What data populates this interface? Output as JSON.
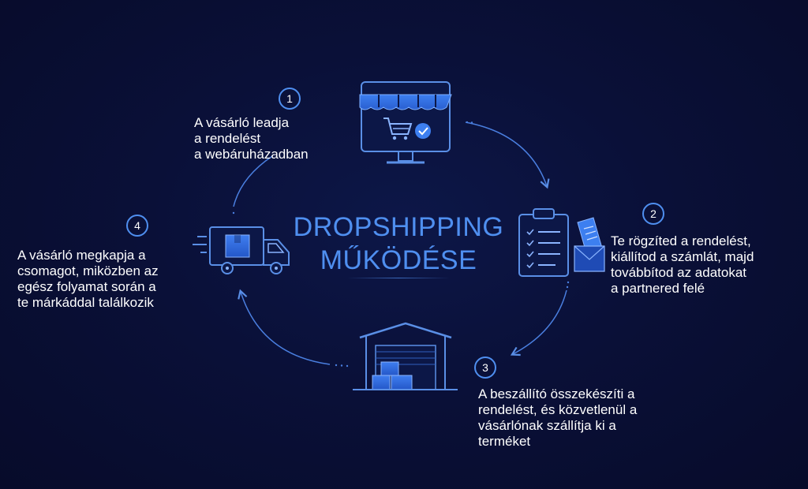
{
  "title": {
    "line1": "DROPSHIPPING",
    "line2": "MŰKÖDÉSE"
  },
  "steps": [
    {
      "number": "1",
      "icon": "online-store-icon",
      "lines": [
        "A vásárló leadja",
        "a rendelést",
        "a webáruházadban"
      ]
    },
    {
      "number": "2",
      "icon": "order-document-icon",
      "lines": [
        "Te rögzíted a rendelést,",
        "kiállítod a számlát, majd",
        "továbbítod az adatokat",
        "a partnered felé"
      ]
    },
    {
      "number": "3",
      "icon": "warehouse-icon",
      "lines": [
        "A beszállító összekészíti a",
        "rendelést, és közvetlenül a",
        "vásárlónak szállítja ki a",
        "terméket"
      ]
    },
    {
      "number": "4",
      "icon": "delivery-truck-icon",
      "lines": [
        "A vásárló megkapja a",
        "csomagot, miközben az",
        "egész folyamat során a",
        "te márkáddal találkozik"
      ]
    }
  ],
  "colors": {
    "background": "#0a1038",
    "accent": "#4f8ff0",
    "icon_line": "#5a8fe6",
    "text": "#ffffff"
  }
}
